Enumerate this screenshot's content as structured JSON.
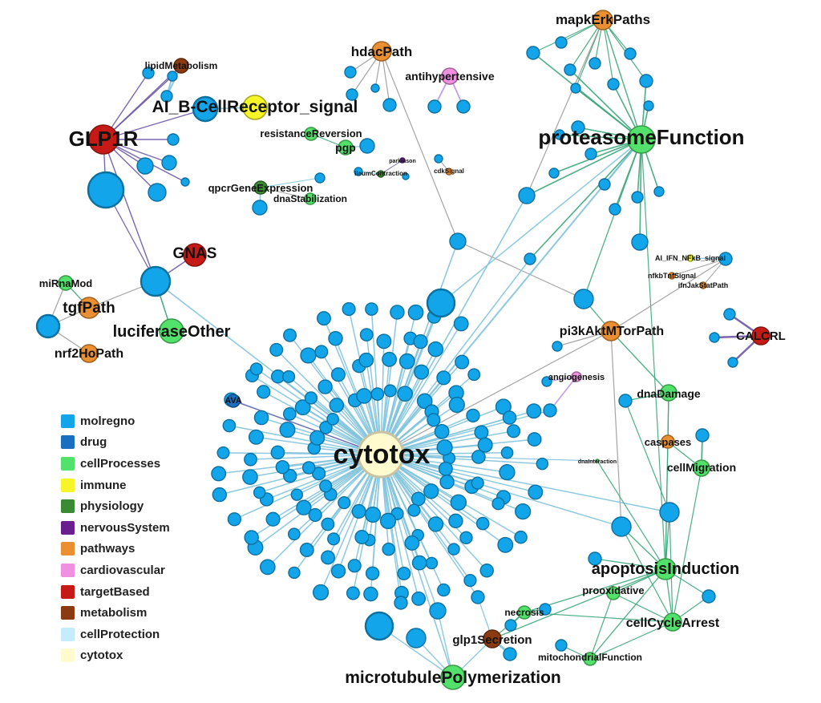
{
  "nodes": [
    {
      "id": "cytotox",
      "label": "cytotox",
      "cat": "cytotox",
      "r": 28,
      "fs": 34
    },
    {
      "id": "GLP1R",
      "label": "GLP1R",
      "cat": "targetBased",
      "r": 18,
      "fs": 26
    },
    {
      "id": "proteasomeFunction",
      "label": "proteasomeFunction",
      "cat": "cellProcesses",
      "r": 17,
      "fs": 26
    },
    {
      "id": "microtubulePolymerization",
      "label": "microtubulePolymerization",
      "cat": "cellProcesses",
      "r": 15,
      "fs": 21
    },
    {
      "id": "apoptosisInduction",
      "label": "apoptosisInduction",
      "cat": "cellProcesses",
      "r": 13,
      "fs": 20
    },
    {
      "id": "AI_B-CellReceptor_signal",
      "label": "AI_B-CellReceptor_signal",
      "cat": "immune",
      "r": 15,
      "fs": 21
    },
    {
      "id": "luciferaseOther",
      "label": "luciferaseOther",
      "cat": "cellProcesses",
      "r": 15,
      "fs": 20
    },
    {
      "id": "GNAS",
      "label": "GNAS",
      "cat": "targetBased",
      "r": 14,
      "fs": 19
    },
    {
      "id": "hdacPath",
      "label": "hdacPath",
      "cat": "pathways",
      "r": 12,
      "fs": 17
    },
    {
      "id": "mapkErkPaths",
      "label": "mapkErkPaths",
      "cat": "pathways",
      "r": 12,
      "fs": 17
    },
    {
      "id": "tgfPath",
      "label": "tgfPath",
      "cat": "pathways",
      "r": 13,
      "fs": 19
    },
    {
      "id": "nrf2HoPath",
      "label": "nrf2HoPath",
      "cat": "pathways",
      "r": 11,
      "fs": 16
    },
    {
      "id": "pi3kAktMTorPath",
      "label": "pi3kAktMTorPath",
      "cat": "pathways",
      "r": 12,
      "fs": 16
    },
    {
      "id": "CALCRL",
      "label": "CALCRL",
      "cat": "targetBased",
      "r": 11,
      "fs": 15
    },
    {
      "id": "cellCycleArrest",
      "label": "cellCycleArrest",
      "cat": "cellProcesses",
      "r": 11,
      "fs": 16
    },
    {
      "id": "glp1Secretion",
      "label": "glp1Secretion",
      "cat": "metabolism",
      "r": 11,
      "fs": 15
    },
    {
      "id": "cellMigration",
      "label": "cellMigration",
      "cat": "cellProcesses",
      "r": 10,
      "fs": 14
    },
    {
      "id": "dnaDamage",
      "label": "dnaDamage",
      "cat": "cellProcesses",
      "r": 10,
      "fs": 14
    },
    {
      "id": "caspases",
      "label": "caspases",
      "cat": "pathways",
      "r": 8,
      "fs": 13
    },
    {
      "id": "miRnaMod",
      "label": "miRnaMod",
      "cat": "cellProcesses",
      "r": 9,
      "fs": 13
    },
    {
      "id": "lipidMetabolism",
      "label": "lipidMetabolism",
      "cat": "metabolism",
      "r": 9,
      "fs": 12
    },
    {
      "id": "antihypertensive",
      "label": "antihypertensive",
      "cat": "cardiovascular",
      "r": 10,
      "fs": 14
    },
    {
      "id": "resistanceReversion",
      "label": "resistanceReversion",
      "cat": "cellProcesses",
      "r": 8,
      "fs": 13
    },
    {
      "id": "pgp",
      "label": "pgp",
      "cat": "cellProcesses",
      "r": 9,
      "fs": 14
    },
    {
      "id": "qpcrGeneExpression",
      "label": "qpcrGeneExpression",
      "cat": "physiology",
      "r": 8,
      "fs": 13
    },
    {
      "id": "dnaStabilization",
      "label": "dnaStabilization",
      "cat": "cellProcesses",
      "r": 7,
      "fs": 12
    },
    {
      "id": "necrosis",
      "label": "necrosis",
      "cat": "cellProcesses",
      "r": 8,
      "fs": 12
    },
    {
      "id": "prooxidative",
      "label": "prooxidative",
      "cat": "cellProcesses",
      "r": 8,
      "fs": 13
    },
    {
      "id": "mitochondrialFunction",
      "label": "mitochondrialFunction",
      "cat": "cellProcesses",
      "r": 8,
      "fs": 12
    },
    {
      "id": "angiogenesis",
      "label": "angiogenesis",
      "cat": "cardiovascular",
      "r": 6,
      "fs": 11
    },
    {
      "id": "AVA",
      "label": "AVA",
      "cat": "drug",
      "r": 8,
      "fs": 11
    },
    {
      "id": "AI_IFN_NFkB_signal",
      "label": "AI_IFN_NFkB_signal",
      "cat": "immune",
      "r": 4,
      "fs": 9
    },
    {
      "id": "nfkbTnfSignal",
      "label": "nfkbTnfSignal",
      "cat": "pathways",
      "r": 4,
      "fs": 9
    },
    {
      "id": "ifnJakStatPath",
      "label": "ifnJakStatPath",
      "cat": "pathways",
      "r": 4,
      "fs": 9
    },
    {
      "id": "parkinson",
      "label": "parkinson",
      "cat": "nervousSystem",
      "r": 3,
      "fs": 7
    },
    {
      "id": "ileumContraction",
      "label": "ileumContraction",
      "cat": "physiology",
      "r": 4,
      "fs": 8
    },
    {
      "id": "cdkSignal",
      "label": "cdkSignal",
      "cat": "pathways",
      "r": 4,
      "fs": 8
    },
    {
      "id": "dnaInteraction",
      "label": "dnaInteraction",
      "cat": "cellProcesses",
      "r": 2,
      "fs": 7
    }
  ],
  "categories": [
    {
      "name": "molregno",
      "color": "#12a5ea"
    },
    {
      "name": "drug",
      "color": "#1a6fc0"
    },
    {
      "name": "cellProcesses",
      "color": "#52e16a"
    },
    {
      "name": "immune",
      "color": "#f5f528"
    },
    {
      "name": "physiology",
      "color": "#3b8a34"
    },
    {
      "name": "nervousSystem",
      "color": "#6a1f8e"
    },
    {
      "name": "pathways",
      "color": "#ea9032"
    },
    {
      "name": "cardiovascular",
      "color": "#f090e0"
    },
    {
      "name": "targetBased",
      "color": "#c61a16"
    },
    {
      "name": "metabolism",
      "color": "#8a3b12"
    },
    {
      "name": "cellProtection",
      "color": "#c4ecfa"
    },
    {
      "name": "cytotox",
      "color": "#fffbce"
    }
  ]
}
